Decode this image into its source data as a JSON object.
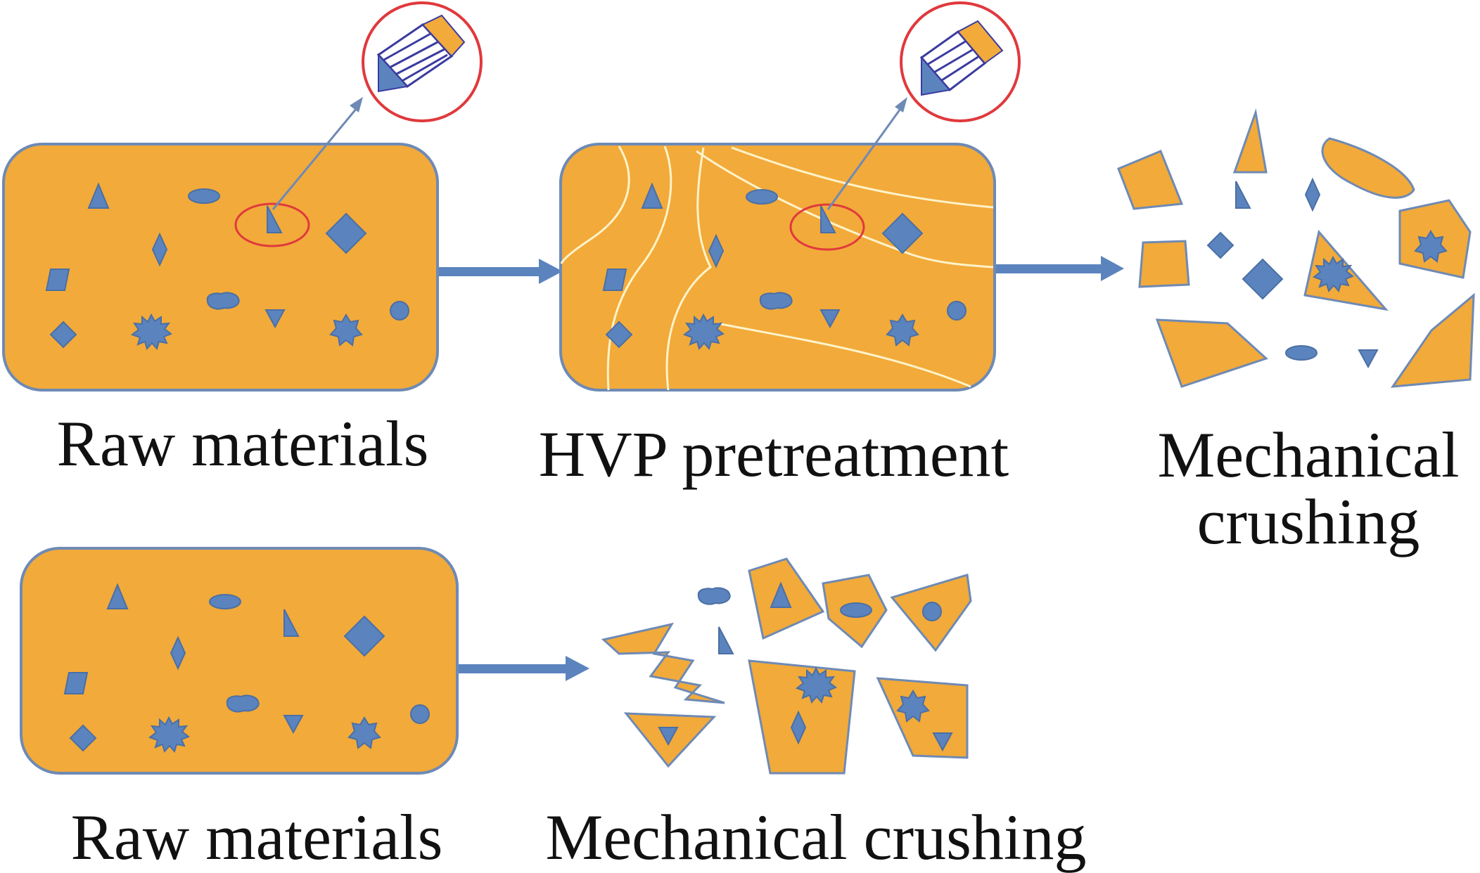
{
  "colors": {
    "block_fill": "#F2AA3A",
    "block_stroke": "#6E8AB5",
    "particle_fill": "#5B84BE",
    "particle_stroke": "#4A6FA5",
    "arrow": "#5B84BE",
    "crack": "#FFF3C9",
    "highlight": "#E0393D",
    "inset_lines": "#3B3BA0",
    "label_text": "#111111"
  },
  "icons": {
    "magnifier_top_left": "magnified-particle-icon",
    "magnifier_top_middle": "magnified-particle-icon"
  },
  "labels": {
    "top_raw": "Raw materials",
    "top_hvp": "HVP pretreatment",
    "top_mech": "Mechanical crushing",
    "bottom_raw": "Raw materials",
    "bottom_mech": "Mechanical crushing"
  }
}
